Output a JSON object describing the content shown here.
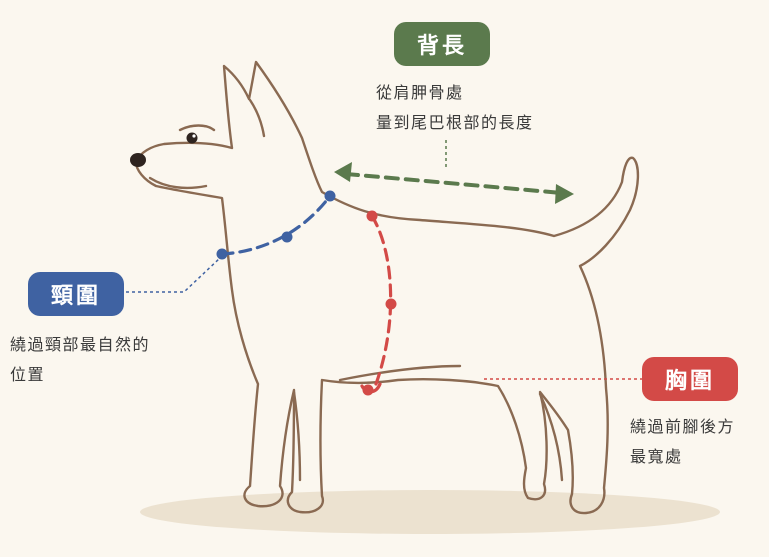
{
  "colors": {
    "background": "#fbf7ef",
    "outline": "#8a6a52",
    "back_length": "#5b7a4d",
    "neck_girth": "#3f62a2",
    "chest_girth": "#d34a47",
    "shadow": "#ece2d0"
  },
  "labels": {
    "back_length": {
      "title": "背長",
      "desc": [
        "從肩胛骨處",
        "量到尾巴根部的長度"
      ]
    },
    "neck_girth": {
      "title": "頸圍",
      "desc": [
        "繞過頸部最自然的",
        "位置"
      ]
    },
    "chest_girth": {
      "title": "胸圍",
      "desc": [
        "繞過前腳後方",
        "最寬處"
      ]
    }
  }
}
